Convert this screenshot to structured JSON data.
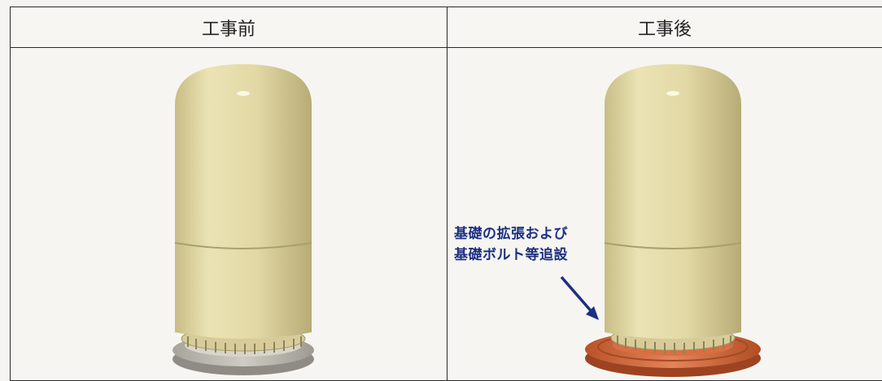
{
  "table": {
    "headers": [
      "工事前",
      "工事後"
    ],
    "after_annotation": {
      "line1": "基礎の拡張および",
      "line2": "基礎ボルト等追設"
    }
  },
  "colors": {
    "tank_body": "#e0d6a2",
    "base_before": "#b9b6ae",
    "base_after": "#cf6a3e",
    "annotation": "#1c2f82"
  }
}
